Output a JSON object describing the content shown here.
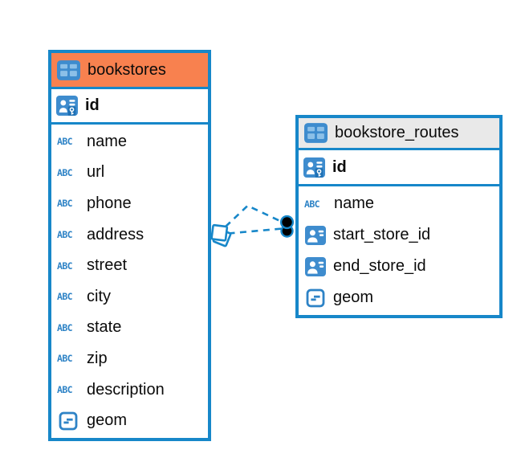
{
  "app": {
    "view": "er-diagram",
    "background": "#ffffff"
  },
  "colors": {
    "entity_border": "#1787C9",
    "bookstores_header": "#F8814F",
    "bookstore_routes_header": "#E9E9E9",
    "icon_blue": "#3E8CCE",
    "icon_cell_blue": "#8CC0E8",
    "type_icon_blue": "#2E83C6",
    "text": "#0B0B0B",
    "connector": "#1787C9",
    "connector_endpoint": "#000000"
  },
  "icons": {
    "table_icon": "table-grid-icon",
    "primary_key_icon": "person-key-icon",
    "text_type_icon": "abc-text-icon",
    "reference_type_icon": "person-card-icon",
    "geometry_type_icon": "geometry-icon",
    "abc_glyph": "ABC"
  },
  "tables": [
    {
      "name": "bookstores",
      "header_color": "#F8814F",
      "primary_key": {
        "label": "id"
      },
      "columns": [
        {
          "label": "name",
          "type_icon": "abc-text-icon"
        },
        {
          "label": "url",
          "type_icon": "abc-text-icon"
        },
        {
          "label": "phone",
          "type_icon": "abc-text-icon"
        },
        {
          "label": "address",
          "type_icon": "abc-text-icon"
        },
        {
          "label": "street",
          "type_icon": "abc-text-icon"
        },
        {
          "label": "city",
          "type_icon": "abc-text-icon"
        },
        {
          "label": "state",
          "type_icon": "abc-text-icon"
        },
        {
          "label": "zip",
          "type_icon": "abc-text-icon"
        },
        {
          "label": "description",
          "type_icon": "abc-text-icon"
        },
        {
          "label": "geom",
          "type_icon": "geometry-icon"
        }
      ]
    },
    {
      "name": "bookstore_routes",
      "header_color": "#E9E9E9",
      "primary_key": {
        "label": "id"
      },
      "columns": [
        {
          "label": "name",
          "type_icon": "abc-text-icon"
        },
        {
          "label": "start_store_id",
          "type_icon": "person-card-icon"
        },
        {
          "label": "end_store_id",
          "type_icon": "person-card-icon"
        },
        {
          "label": "geom",
          "type_icon": "geometry-icon"
        }
      ]
    }
  ],
  "connector": {
    "style": "dashed",
    "color": "#1787C9",
    "line_count": 2,
    "source_table": "bookstores",
    "target_table": "bookstore_routes",
    "source_symbol": "stacked-diamonds",
    "target_symbol": "stacked-dots"
  }
}
